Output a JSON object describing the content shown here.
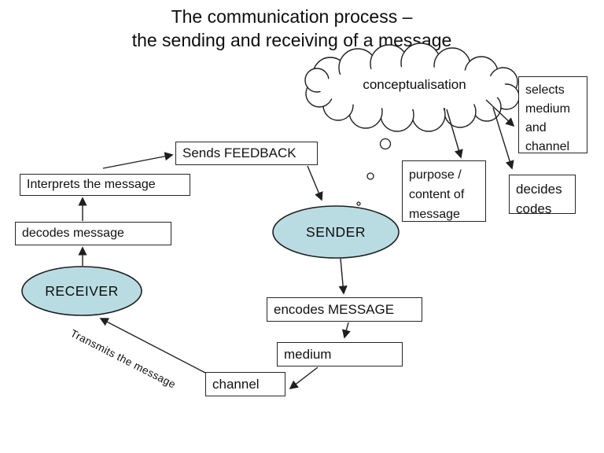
{
  "slide": {
    "title_line1": "The communication process –",
    "title_line2": "the sending and receiving of a message"
  },
  "cloud": {
    "label": "conceptualisation"
  },
  "nodes": {
    "selects": {
      "label": "selects medium and channel"
    },
    "decides": {
      "label": "decides codes"
    },
    "purpose": {
      "label": "purpose / content of message"
    },
    "feedback": {
      "label": "Sends FEEDBACK"
    },
    "interprets": {
      "label": "Interprets the message"
    },
    "decodes": {
      "label": "decodes message"
    },
    "sender": {
      "label": "SENDER"
    },
    "receiver": {
      "label": "RECEIVER"
    },
    "encodes": {
      "label": "encodes MESSAGE"
    },
    "medium": {
      "label": "medium"
    },
    "channel": {
      "label": "channel"
    }
  },
  "edges": {
    "transmits_label": "Transmits the message"
  },
  "colors": {
    "node_fill": "#b9dce2",
    "stroke": "#1f1f1f",
    "background": "#ffffff",
    "text": "#111111"
  }
}
